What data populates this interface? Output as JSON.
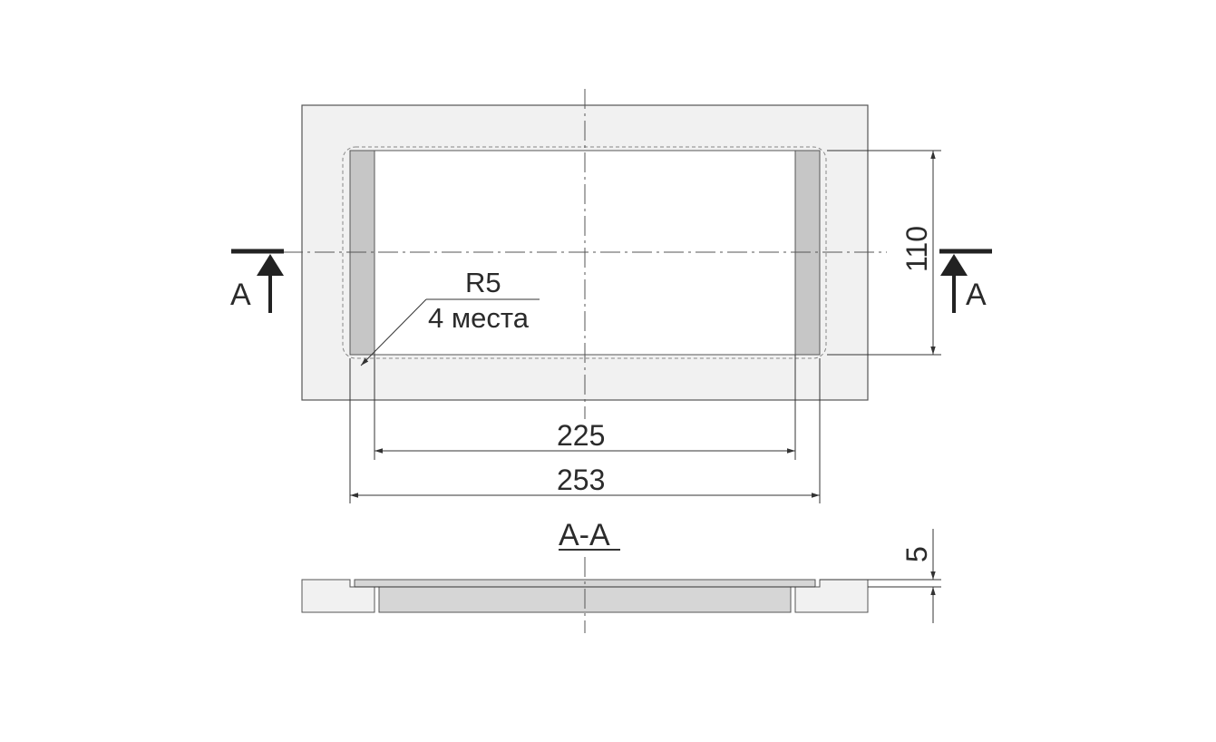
{
  "drawing": {
    "dimensions": {
      "inner_width": "225",
      "outer_width": "253",
      "height": "110",
      "depth": "5"
    },
    "radius_note": {
      "radius": "R5",
      "places": "4 места"
    },
    "section_marker": "A",
    "section_title": "А-А",
    "colors": {
      "panel_fill": "#f1f1f1",
      "slot_fill": "#c6c6c6",
      "opening_fill": "#ffffff",
      "line": "#333333"
    }
  }
}
